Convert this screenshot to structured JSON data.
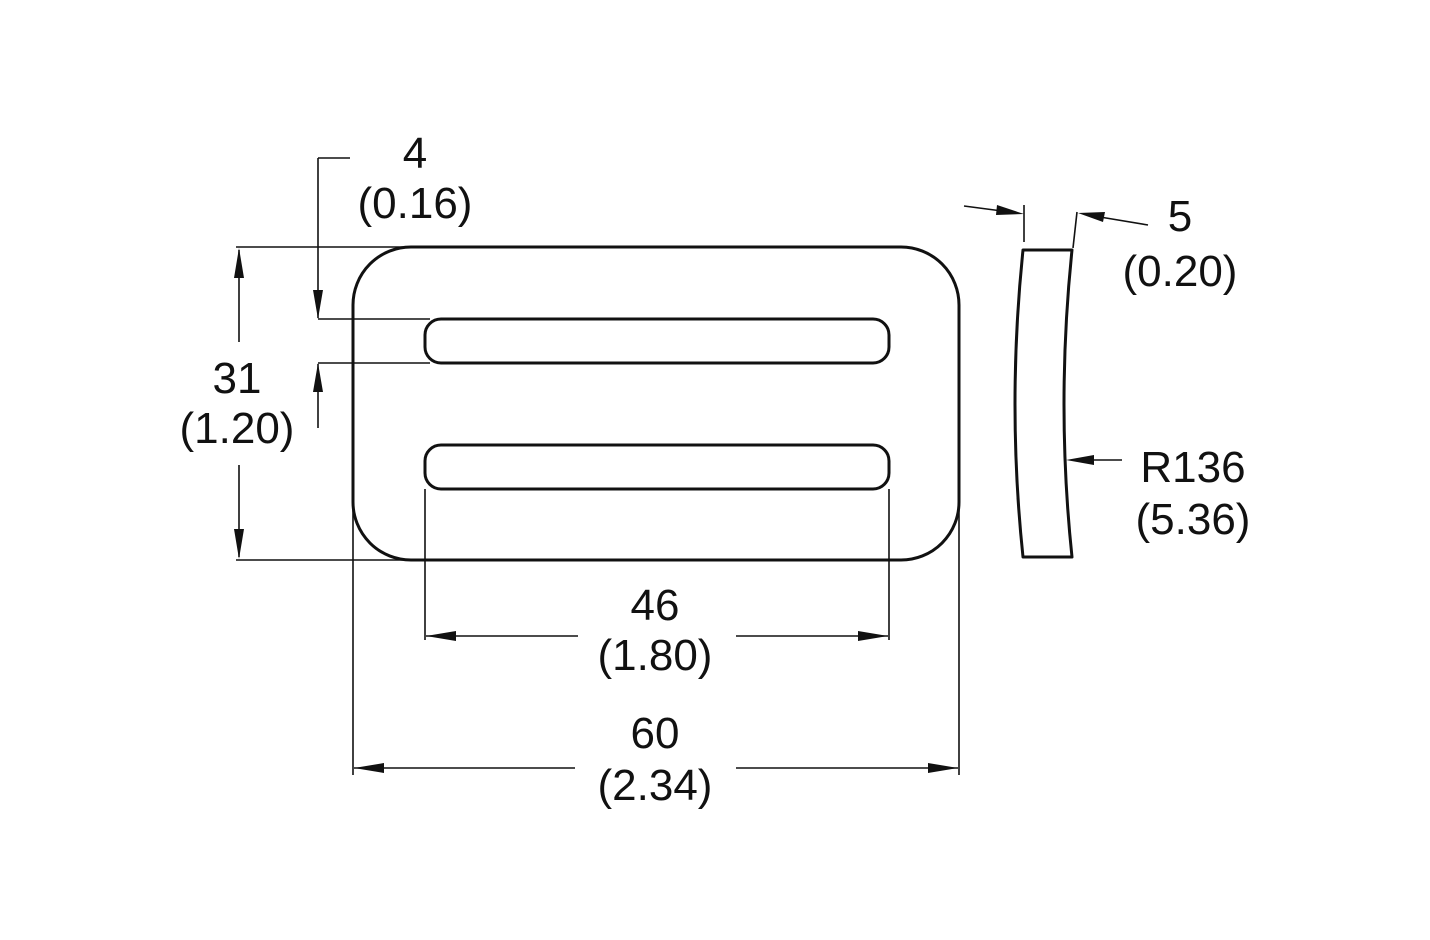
{
  "drawing": {
    "dimensions": {
      "slot_offset": {
        "mm": "4",
        "inch": "(0.16)"
      },
      "height": {
        "mm": "31",
        "inch": "(1.20)"
      },
      "slot_length": {
        "mm": "46",
        "inch": "(1.80)"
      },
      "overall_width": {
        "mm": "60",
        "inch": "(2.34)"
      },
      "thickness": {
        "mm": "5",
        "inch": "(0.20)"
      },
      "radius": {
        "mm": "R136",
        "inch": "(5.36)"
      }
    }
  }
}
